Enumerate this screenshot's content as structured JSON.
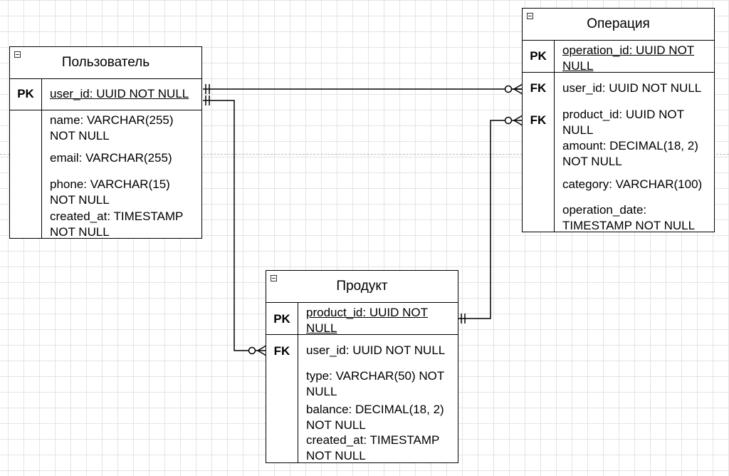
{
  "entities": {
    "user": {
      "title": "Пользователь",
      "pk_label": "PK",
      "pk_field": "user_id: UUID NOT NULL",
      "fields": [
        "name: VARCHAR(255) NOT NULL",
        "email: VARCHAR(255)",
        "phone: VARCHAR(15) NOT NULL",
        "created_at: TIMESTAMP NOT NULL"
      ]
    },
    "operation": {
      "title": "Операция",
      "pk_label": "PK",
      "pk_field": "operation_id: UUID NOT NULL",
      "fk_labels": [
        "FK",
        "FK"
      ],
      "fields": [
        "user_id: UUID NOT NULL",
        "product_id: UUID NOT NULL",
        "amount: DECIMAL(18, 2) NOT NULL",
        "category: VARCHAR(100)",
        "operation_date: TIMESTAMP NOT NULL"
      ]
    },
    "product": {
      "title": "Продукт",
      "pk_label": "PK",
      "pk_field": "product_id: UUID NOT NULL",
      "fk_labels": [
        "FK"
      ],
      "fields": [
        "user_id: UUID NOT NULL",
        "type: VARCHAR(50) NOT NULL",
        "balance: DECIMAL(18, 2) NOT NULL",
        "created_at: TIMESTAMP NOT NULL"
      ]
    }
  },
  "relationships": [
    {
      "from": "user",
      "to": "operation",
      "from_cardinality": "one-and-only-one",
      "to_cardinality": "zero-or-many"
    },
    {
      "from": "user",
      "to": "product",
      "from_cardinality": "one-and-only-one",
      "to_cardinality": "zero-or-many"
    },
    {
      "from": "product",
      "to": "operation",
      "from_cardinality": "one-and-only-one",
      "to_cardinality": "zero-or-many"
    }
  ],
  "colors": {
    "line": "#000000",
    "grid": "#e4e4e4",
    "background": "#ffffff"
  }
}
